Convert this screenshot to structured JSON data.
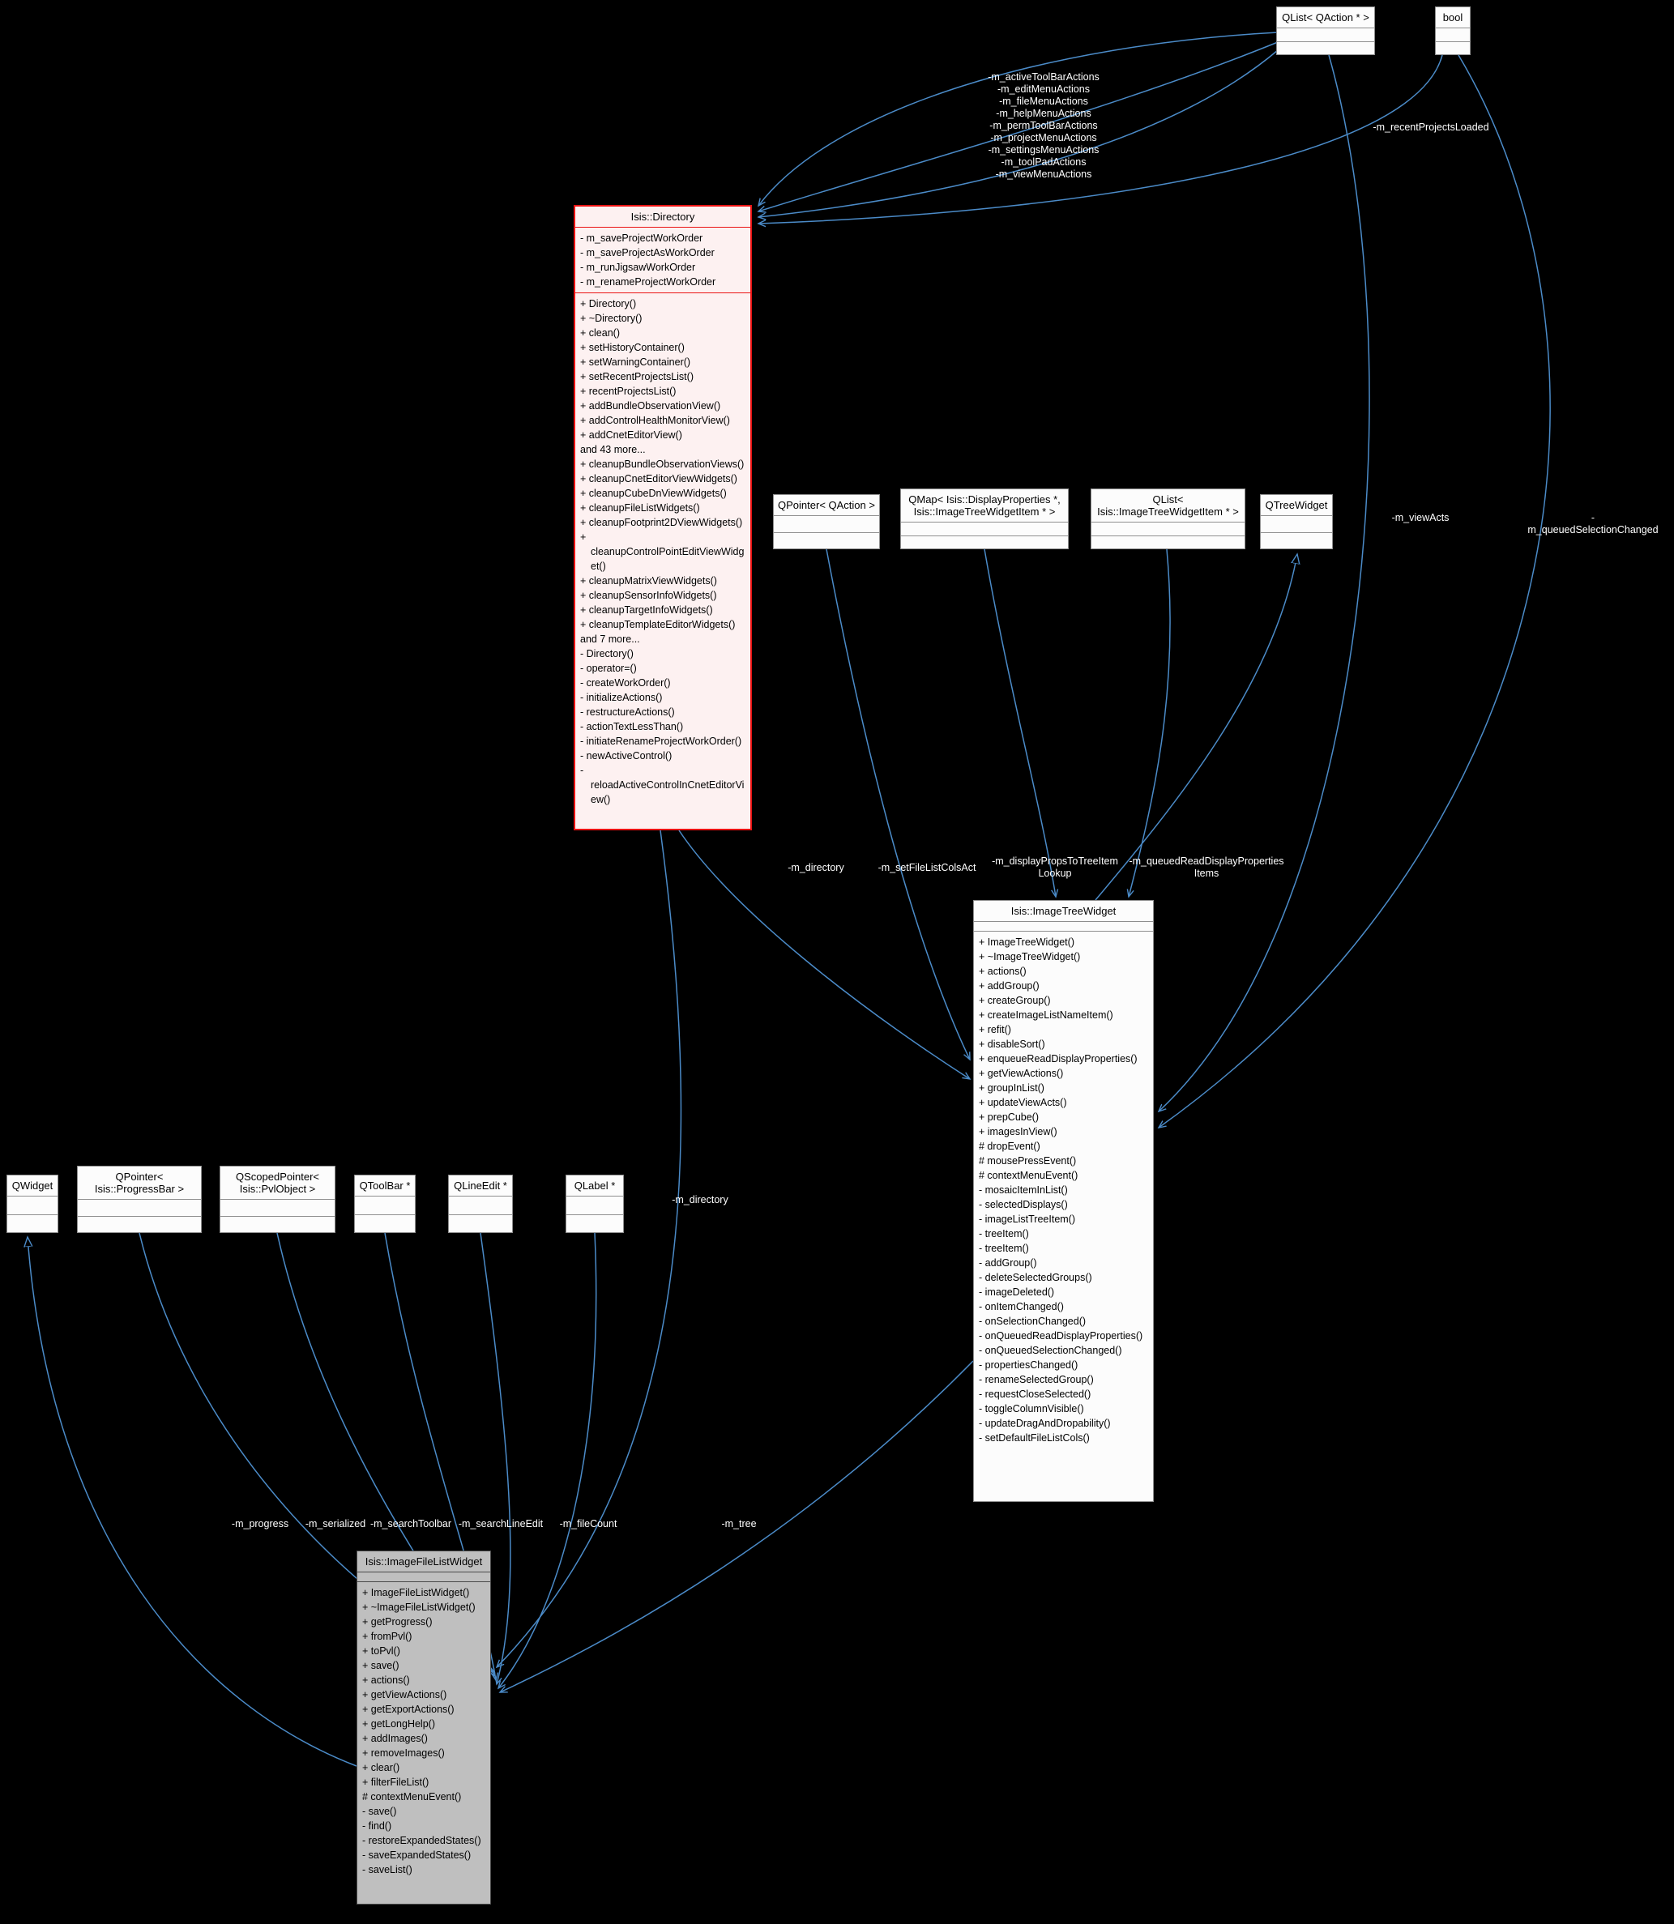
{
  "diagram": {
    "background_color": "#000000",
    "edge_color": "#4b8bc8",
    "highlight_border_color": "#ea1313",
    "highlight_fill_color": "#fdf1f1",
    "gray_fill_color": "#bfbfbf"
  },
  "classes": {
    "qlist_qaction": {
      "title": "QList< QAction * >"
    },
    "bool_type": {
      "title": "bool"
    },
    "directory": {
      "title": "Isis::Directory",
      "attributes": [
        "- m_saveProjectWorkOrder",
        "- m_saveProjectAsWorkOrder",
        "- m_runJigsawWorkOrder",
        "- m_renameProjectWorkOrder"
      ],
      "methods": [
        "+ Directory()",
        "+ ~Directory()",
        "+ clean()",
        "+ setHistoryContainer()",
        "+ setWarningContainer()",
        "+ setRecentProjectsList()",
        "+ recentProjectsList()",
        "+ addBundleObservationView()",
        "+ addControlHealthMonitorView()",
        "+ addCnetEditorView()",
        "and 43 more...",
        "+ cleanupBundleObservationViews()",
        "+ cleanupCnetEditorViewWidgets()",
        "+ cleanupCubeDnViewWidgets()",
        "+ cleanupFileListWidgets()",
        "+ cleanupFootprint2DViewWidgets()",
        "+ cleanupControlPointEditViewWidget()",
        "+ cleanupMatrixViewWidgets()",
        "+ cleanupSensorInfoWidgets()",
        "+ cleanupTargetInfoWidgets()",
        "+ cleanupTemplateEditorWidgets()",
        "and 7 more...",
        "- Directory()",
        "- operator=()",
        "- createWorkOrder()",
        "- initializeActions()",
        "- restructureActions()",
        "- actionTextLessThan()",
        "- initiateRenameProjectWorkOrder()",
        "- newActiveControl()",
        "- reloadActiveControlInCnetEditorView()"
      ]
    },
    "qpointer_qaction": {
      "title": "QPointer< QAction >"
    },
    "qmap_displayprops": {
      "title": "QMap< Isis::DisplayProperties *, Isis::ImageTreeWidgetItem * >"
    },
    "qlist_imagetreewidgetitem": {
      "title": "QList< Isis::ImageTreeWidgetItem * >"
    },
    "qtreewidget": {
      "title": "QTreeWidget"
    },
    "imagetreewidget": {
      "title": "Isis::ImageTreeWidget",
      "methods": [
        "+ ImageTreeWidget()",
        "+ ~ImageTreeWidget()",
        "+ actions()",
        "+ addGroup()",
        "+ createGroup()",
        "+ createImageListNameItem()",
        "+ refit()",
        "+ disableSort()",
        "+ enqueueReadDisplayProperties()",
        "+ getViewActions()",
        "+ groupInList()",
        "+ updateViewActs()",
        "+ prepCube()",
        "+ imagesInView()",
        "# dropEvent()",
        "# mousePressEvent()",
        "# contextMenuEvent()",
        "- mosaicItemInList()",
        "- selectedDisplays()",
        "- imageListTreeItem()",
        "- treeItem()",
        "- treeItem()",
        "- addGroup()",
        "- deleteSelectedGroups()",
        "- imageDeleted()",
        "- onItemChanged()",
        "- onSelectionChanged()",
        "- onQueuedReadDisplayProperties()",
        "- onQueuedSelectionChanged()",
        "- propertiesChanged()",
        "- renameSelectedGroup()",
        "- requestCloseSelected()",
        "- toggleColumnVisible()",
        "- updateDragAndDropability()",
        "- setDefaultFileListCols()"
      ]
    },
    "qwidget": {
      "title": "QWidget"
    },
    "qpointer_progressbar": {
      "title": "QPointer< Isis::ProgressBar >"
    },
    "qscopedpointer_pvlobject": {
      "title": "QScopedPointer< Isis::PvlObject >"
    },
    "qtoolbar": {
      "title": "QToolBar *"
    },
    "qlineedit": {
      "title": "QLineEdit *"
    },
    "qlabel": {
      "title": "QLabel *"
    },
    "imagefilelistwidget": {
      "title": "Isis::ImageFileListWidget",
      "methods": [
        "+ ImageFileListWidget()",
        "+ ~ImageFileListWidget()",
        "+ getProgress()",
        "+ fromPvl()",
        "+ toPvl()",
        "+ save()",
        "+ actions()",
        "+ getViewActions()",
        "+ getExportActions()",
        "+ getLongHelp()",
        "+ addImages()",
        "+ removeImages()",
        "+ clear()",
        "+ filterFileList()",
        "# contextMenuEvent()",
        "- save()",
        "- find()",
        "- restoreExpandedStates()",
        "- saveExpandedStates()",
        "- saveList()"
      ]
    }
  },
  "edge_labels": {
    "action_lists_group": "-m_activeToolBarActions\n-m_editMenuActions\n-m_fileMenuActions\n-m_helpMenuActions\n-m_permToolBarActions\n-m_projectMenuActions\n-m_settingsMenuActions\n-m_toolPadActions\n-m_viewMenuActions",
    "m_recentProjectsLoaded": "-m_recentProjectsLoaded",
    "m_viewActs": "-m_viewActs",
    "m_queuedSelectionChanged": "-m_queuedSelectionChanged",
    "m_directory_tree": "-m_directory",
    "m_setFileListColsAct": "-m_setFileListColsAct",
    "m_displayPropsToTreeItemLookup": "-m_displayPropsToTreeItem\nLookup",
    "m_queuedReadDisplayPropertiesItems": "-m_queuedReadDisplayProperties\nItems",
    "m_directory_filelist": "-m_directory",
    "m_progress": "-m_progress",
    "m_serialized": "-m_serialized",
    "m_searchToolbar": "-m_searchToolbar",
    "m_searchLineEdit": "-m_searchLineEdit",
    "m_fileCount": "-m_fileCount",
    "m_tree": "-m_tree"
  }
}
